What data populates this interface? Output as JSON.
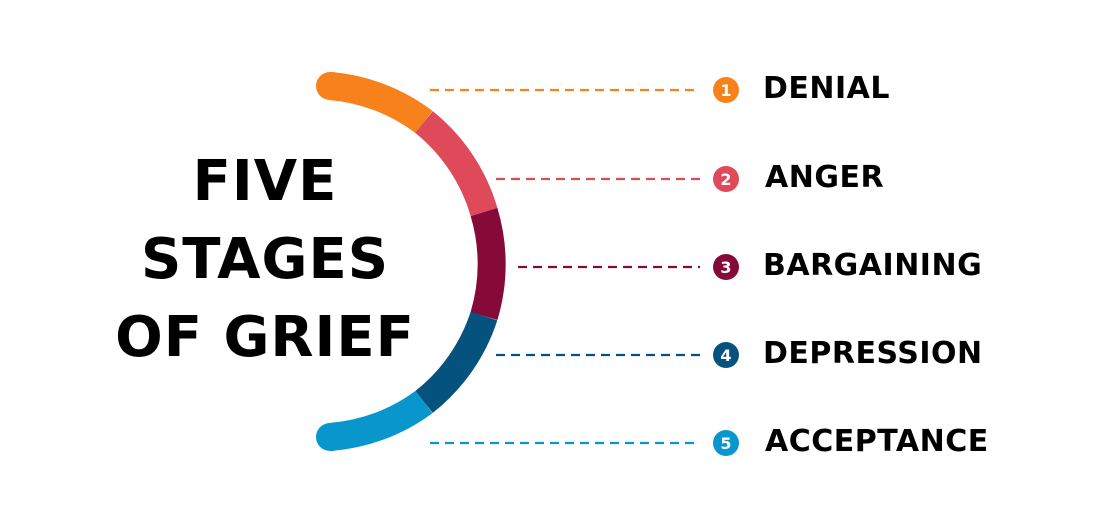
{
  "title": {
    "lines": [
      "FIVE",
      "STAGES",
      "OF GRIEF"
    ]
  },
  "stages": [
    {
      "number": "1",
      "label": "DENIAL",
      "color": "#F7821B"
    },
    {
      "number": "2",
      "label": "ANGER",
      "color": "#DF4A5A"
    },
    {
      "number": "3",
      "label": "BARGAINING",
      "color": "#850A38"
    },
    {
      "number": "4",
      "label": "DEPRESSION",
      "color": "#06527F"
    },
    {
      "number": "5",
      "label": "ACCEPTANCE",
      "color": "#0996CC"
    }
  ]
}
